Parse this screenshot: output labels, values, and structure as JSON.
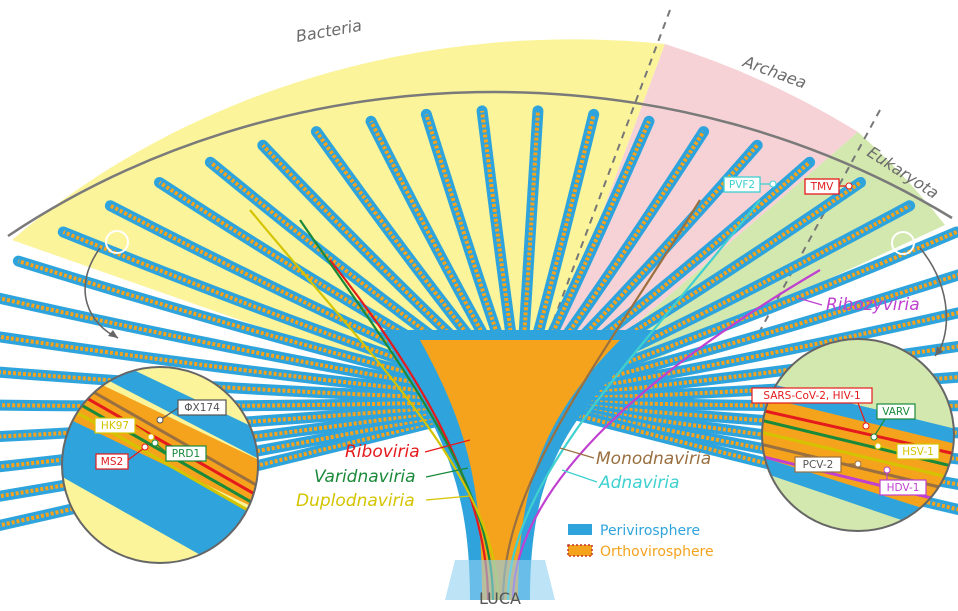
{
  "domains": {
    "bacteria": "Bacteria",
    "archaea": "Archaea",
    "eukaryota": "Eukaryota"
  },
  "root_label": "LUCA",
  "realms": [
    {
      "name": "Riboviria",
      "color": "#e41a1c"
    },
    {
      "name": "Varidnaviria",
      "color": "#1a8a3a"
    },
    {
      "name": "Duplodnaviria",
      "color": "#d4c400"
    },
    {
      "name": "Monodnaviria",
      "color": "#9a7040"
    },
    {
      "name": "Adnaviria",
      "color": "#3fd0d0"
    },
    {
      "name": "Ribozyviria",
      "color": "#c040d0"
    }
  ],
  "virus_tags": {
    "pvf2": "PVF2",
    "tmv": "TMV",
    "phix174": "ΦX174",
    "hk97": "HK97",
    "ms2": "MS2",
    "prd1": "PRD1",
    "sars_hiv": "SARS-CoV-2, HIV-1",
    "varv": "VARV",
    "hsv1": "HSV-1",
    "pcv2": "PCV-2",
    "hdv1": "HDV-1"
  },
  "legend": {
    "perivirosphere": "Perivirosphere",
    "orthovirosphere": "Orthovirosphere"
  },
  "colors": {
    "bacteria_bg": "#fbf49a",
    "archaea_bg": "#f6d2d6",
    "eukaryota_bg": "#d3e8ae",
    "perivirosphere": "#2fa4dc",
    "orthovirosphere": "#f5a31c",
    "ortho_dots": "#c0392b"
  }
}
